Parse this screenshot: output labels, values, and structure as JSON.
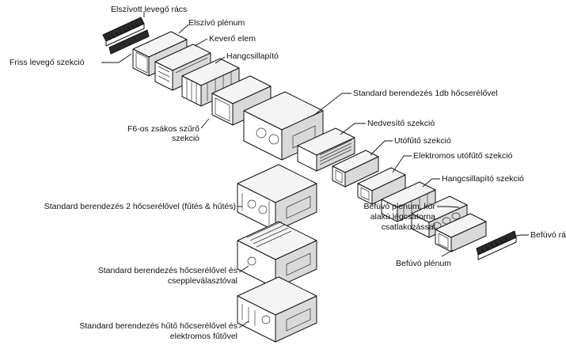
{
  "labels": {
    "elszivott_racs": "Elszívott levegő rács",
    "elszivo_plenum": "Elszívó plénum",
    "friss_levego": "Friss levegő szekció",
    "kevero_elem": "Keverő elem",
    "hangcsillapito": "Hangcsillapító",
    "f6_szuro_line1": "F6-os zsákos szűrő",
    "f6_szuro_line2": "szekció",
    "standard_1db": "Standard berendezés 1db hőcserélővel",
    "nedvesito": "Nedvesítő szekció",
    "utofuto": "Utófűtő szekció",
    "elektromos_utofuto": "Elektromos utófűtő szekció",
    "hangcsillapito_szekcio": "Hangcsillapító szekció",
    "standard_2": "Standard berendezés 2 hőcserélővel (fűtés & hűtés)",
    "befuvo_plenum_kor_line1": "Befúvó plenum, kör",
    "befuvo_plenum_kor_line2": "alakú légcsatorna",
    "befuvo_plenum_kor_line3": "csatlakozással",
    "befuvo_racs": "Befúvó rács",
    "befuvo_plenum": "Befúvó plénum",
    "cseppleval_line1": "Standard berendezés hőcserélővel és",
    "cseppleval_line2": "cseppleválasztóval",
    "huto_line1": "Standard berendezés hűtő hőcserélővel és",
    "huto_line2": "elektromos fűtővel"
  }
}
